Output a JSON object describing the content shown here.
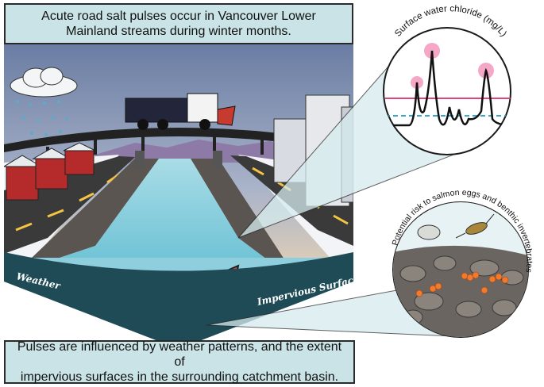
{
  "header": {
    "line1": "Acute road salt pulses occur in Vancouver Lower",
    "line2": "Mainland streams during winter months."
  },
  "footer": {
    "line1": "Pulses are influenced by weather patterns, and the extent of",
    "line2": "impervious surfaces in the surrounding catchment basin."
  },
  "banner": {
    "left_label": "Weather",
    "right_label": "Impervious Surfaces"
  },
  "inset_chloride": {
    "title": "Surface water chloride (mg/L)"
  },
  "inset_salmon": {
    "title": "Potential risk to salmon eggs and benthic invertebrates"
  },
  "colors": {
    "caption_bg": "#c9e3e6",
    "banner": "#1f4b57",
    "water": "#8fd0de",
    "threshold_line": "#e0447a",
    "baseline_line": "#3aa7c4",
    "peak_highlight": "#f5a8c6"
  }
}
